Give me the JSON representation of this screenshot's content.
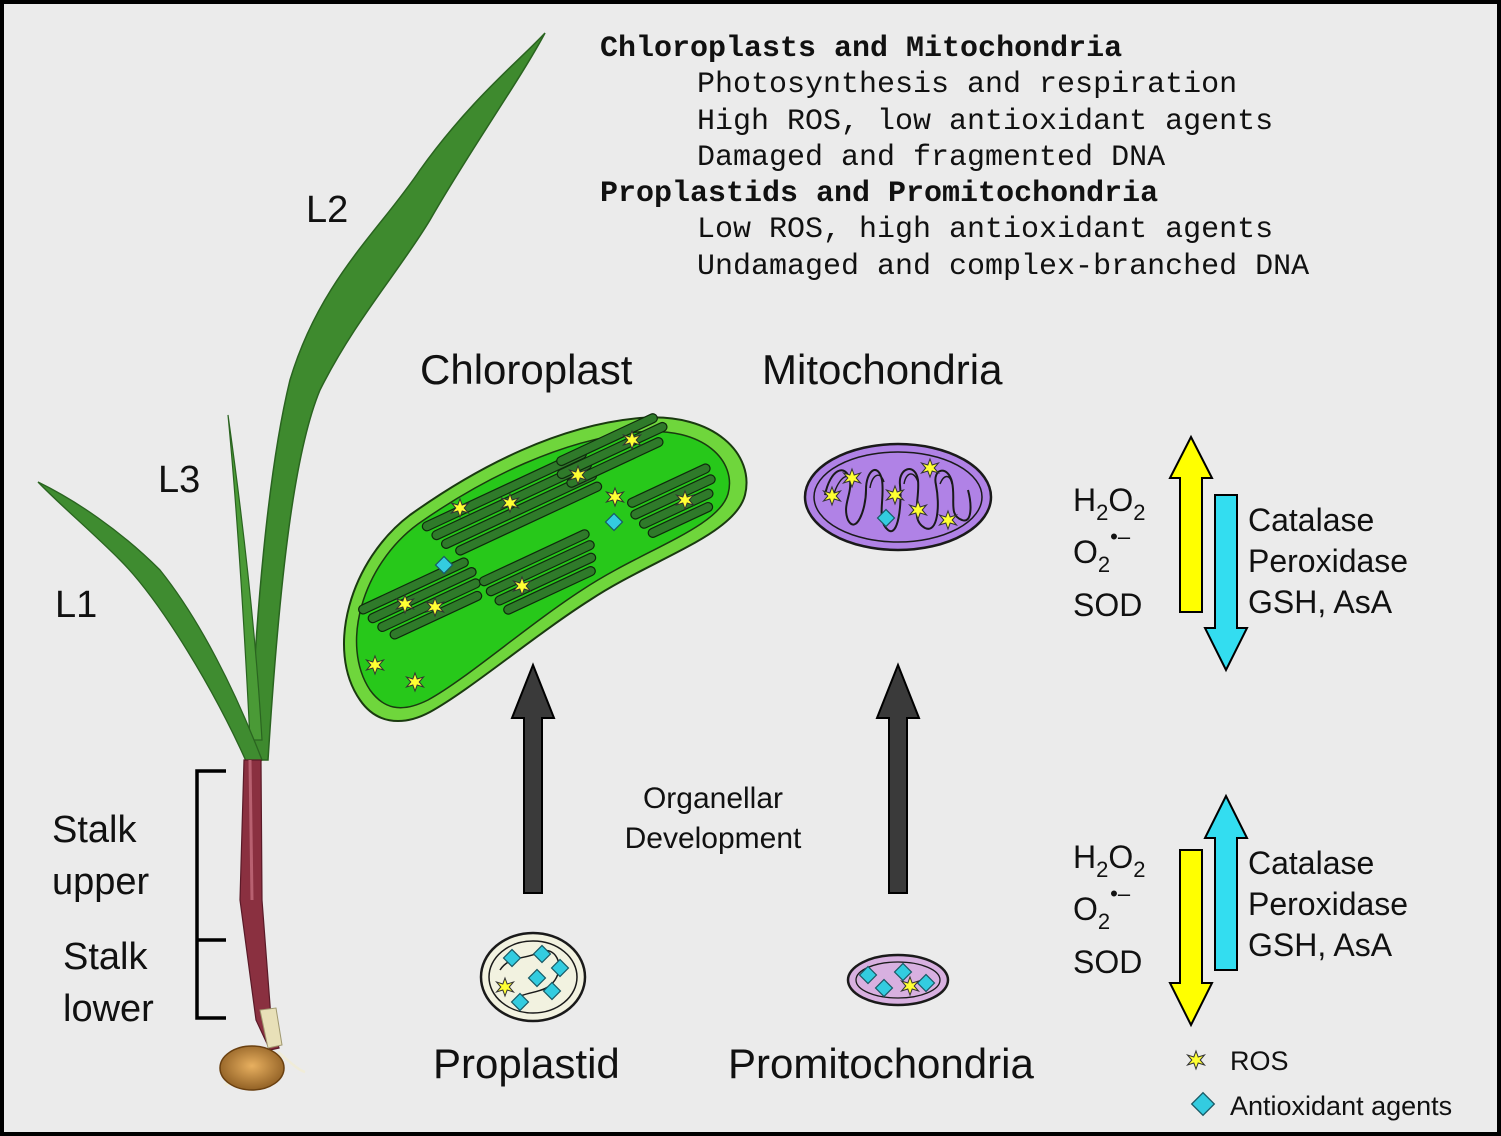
{
  "summary": {
    "heading1": "Chloroplasts and Mitochondria",
    "line1": "Photosynthesis and respiration",
    "line2": "High ROS, low antioxidant agents",
    "line3": "Damaged and fragmented DNA",
    "heading2": "Proplastids and Promitochondria",
    "line4": "Low ROS, high antioxidant agents",
    "line5": "Undamaged and complex-branched DNA"
  },
  "plant": {
    "leaf1": "L1",
    "leaf2": "L2",
    "leaf3": "L3",
    "stalk_upper_1": "Stalk",
    "stalk_upper_2": "upper",
    "stalk_lower_1": "Stalk",
    "stalk_lower_2": "lower"
  },
  "organelles": {
    "chloroplast": "Chloroplast",
    "mitochondria": "Mitochondria",
    "proplastid": "Proplastid",
    "promitochondria": "Promitochondria",
    "development_1": "Organellar",
    "development_2": "Development"
  },
  "mature_balance": {
    "h2o2_base1": "H",
    "h2o2_sub1": "2",
    "h2o2_base2": "O",
    "h2o2_sub2": "2",
    "o2_base": "O",
    "o2_sub": "2",
    "o2_sup": "•–",
    "sod": "SOD",
    "catalase": "Catalase",
    "peroxidase": "Peroxidase",
    "gsh": "GSH, AsA"
  },
  "young_balance": {
    "h2o2_base1": "H",
    "h2o2_sub1": "2",
    "h2o2_base2": "O",
    "h2o2_sub2": "2",
    "o2_base": "O",
    "o2_sub": "2",
    "o2_sup": "•–",
    "sod": "SOD",
    "catalase": "Catalase",
    "peroxidase": "Peroxidase",
    "gsh": "GSH, AsA"
  },
  "legend": {
    "ros": "ROS",
    "antioxidant": "Antioxidant agents"
  },
  "colors": {
    "background": "#ebebeb",
    "chloroplast_outer": "#6fd63c",
    "chloroplast_inner": "#27c81a",
    "thylakoid": "#2f7a2a",
    "mitochondria": "#b082e6",
    "ros_star": "#ffff33",
    "antioxidant": "#33cce0",
    "arrow_ros": "#ffff00",
    "arrow_antioxidant": "#33ddf0",
    "dev_arrow": "#3a3a3a"
  }
}
